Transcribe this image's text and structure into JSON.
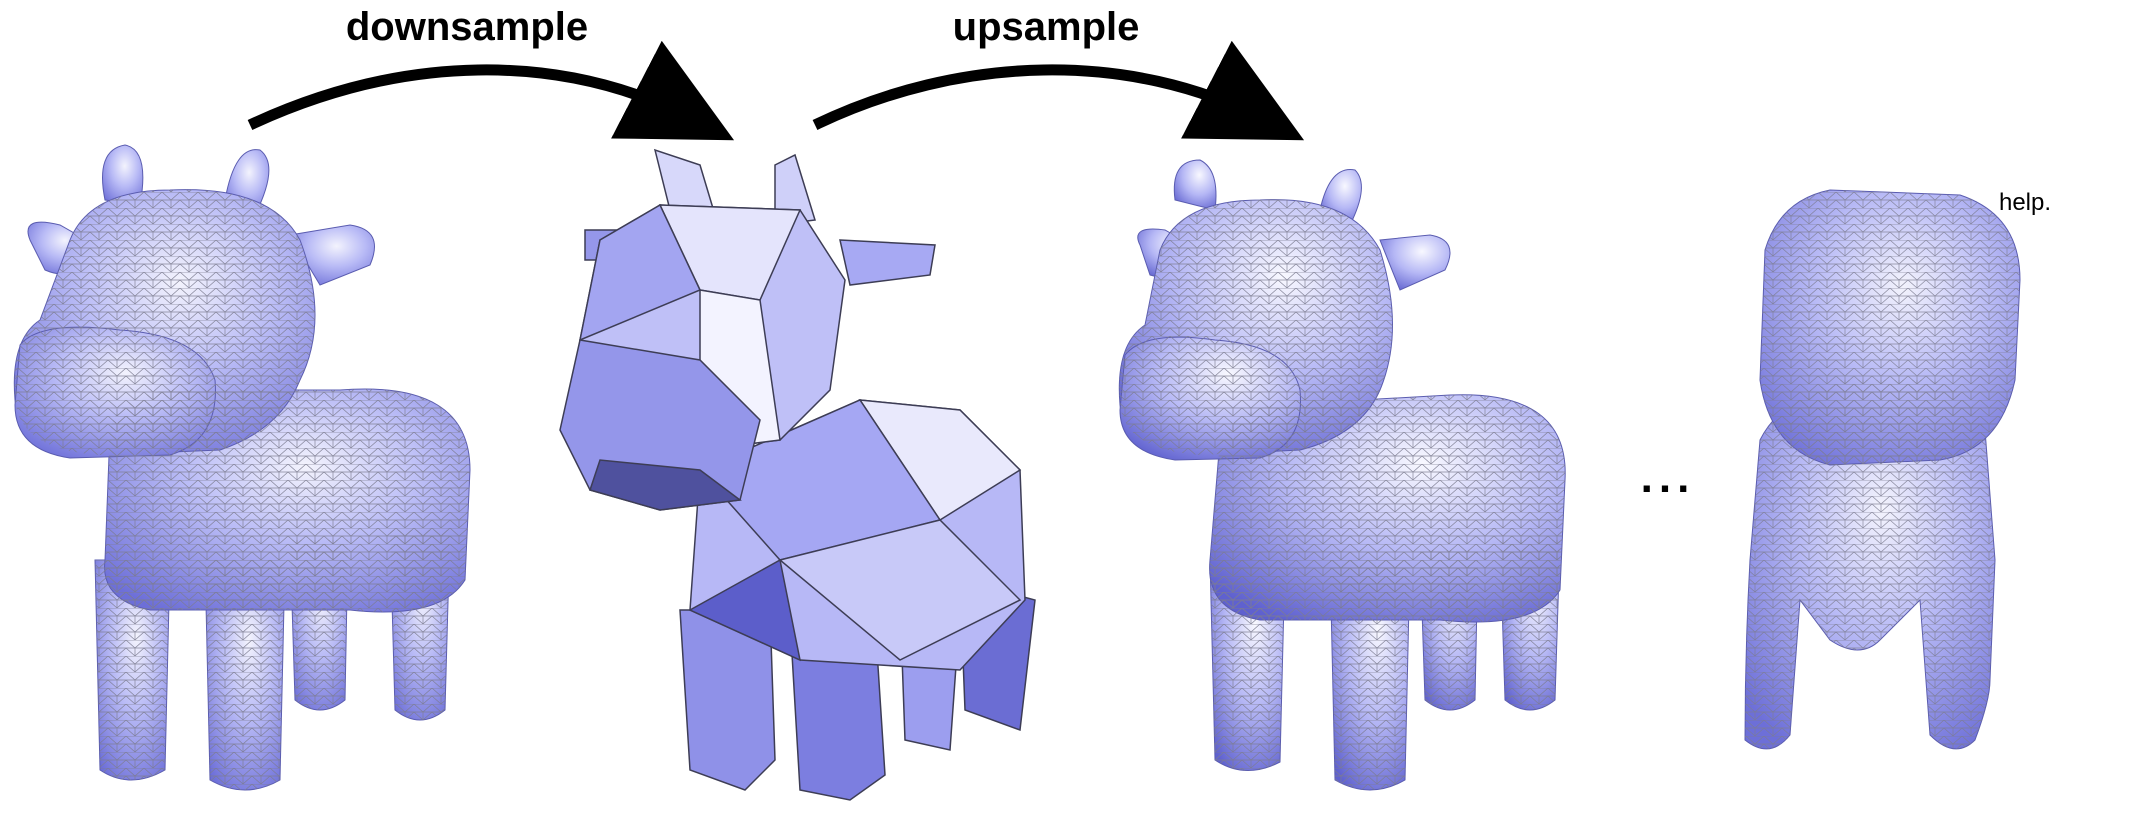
{
  "labels": {
    "downsample": "downsample",
    "upsample": "upsample",
    "ellipsis": "...",
    "note": "help."
  },
  "colors": {
    "mesh_fill": "#9a9cf2",
    "mesh_light": "#e6e6fb",
    "mesh_dark": "#4a4c9a",
    "wire": "#6f6f6f",
    "arrow": "#000000",
    "text": "#000000"
  },
  "figures": [
    {
      "id": "cow-original",
      "style": "fine-mesh"
    },
    {
      "id": "cow-downsampled",
      "style": "coarse-mesh"
    },
    {
      "id": "cow-upsampled",
      "style": "fine-mesh"
    },
    {
      "id": "cow-distorted",
      "style": "fine-mesh"
    }
  ]
}
